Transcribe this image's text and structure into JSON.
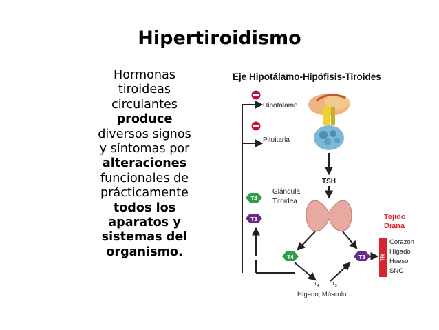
{
  "slide": {
    "title": "Hipertiroidismo",
    "body_lines": [
      {
        "text": "Hormonas",
        "bold": false
      },
      {
        "text": "tiroideas",
        "bold": false
      },
      {
        "text": "circulantes",
        "bold": false
      },
      {
        "text": "produce",
        "bold": true
      },
      {
        "text": "diversos signos",
        "bold": false
      },
      {
        "text": "y síntomas por",
        "bold": false
      },
      {
        "text": "alteraciones",
        "bold": true
      },
      {
        "text": "funcionales de",
        "bold": false
      },
      {
        "text": "prácticamente",
        "bold": false
      },
      {
        "text": "todos los",
        "bold": true
      },
      {
        "text": "aparatos y",
        "bold": true
      },
      {
        "text": "sistemas del",
        "bold": true
      },
      {
        "text": "organismo.",
        "bold": true
      }
    ]
  },
  "diagram": {
    "title": "Eje Hipotálamo-Hipófisis-Tiroides",
    "hipotalamo": "Hipotálamo",
    "pituitaria": "Pituitaria",
    "tsh": "TSH",
    "glandula": "Glándula",
    "tiroidea": "Tiroidea",
    "t4": "T4",
    "t3": "T3",
    "tejido": "Tejido",
    "diana": "Diana",
    "tr": "TR",
    "targets": [
      "Corazón",
      "Hígado",
      "Hueso",
      "SNC"
    ],
    "bottom_label": "Hígado, Músculo",
    "colors": {
      "t4": "#2e9e4a",
      "t3": "#6a2a8c",
      "negative": "#c8102e",
      "target_bar": "#d9232e",
      "tejido": "#d9232e"
    }
  }
}
